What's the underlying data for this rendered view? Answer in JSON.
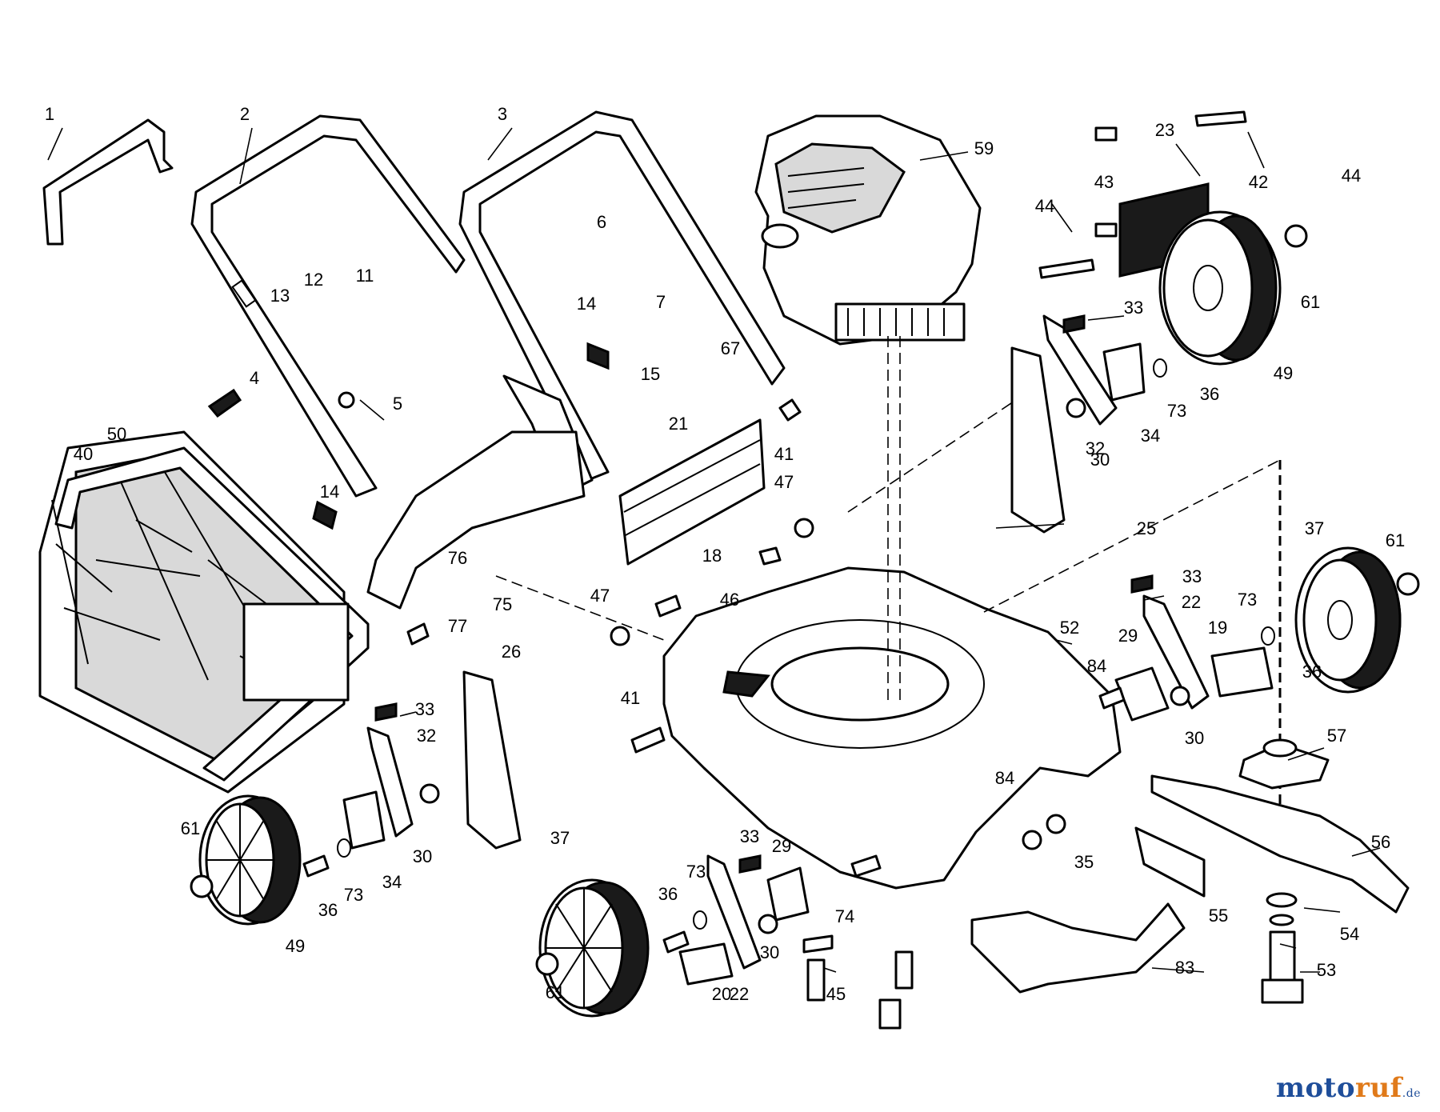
{
  "callouts": [
    "1",
    "2",
    "3",
    "4",
    "5",
    "6",
    "7",
    "11",
    "12",
    "13",
    "14",
    "14",
    "15",
    "18",
    "19",
    "20",
    "21",
    "22",
    "22",
    "23",
    "25",
    "26",
    "29",
    "29",
    "30",
    "30",
    "30",
    "30",
    "32",
    "32",
    "33",
    "33",
    "33",
    "33",
    "34",
    "34",
    "35",
    "36",
    "36",
    "36",
    "36",
    "37",
    "37",
    "40",
    "41",
    "41",
    "42",
    "43",
    "44",
    "44",
    "45",
    "46",
    "47",
    "47",
    "49",
    "49",
    "50",
    "52",
    "53",
    "54",
    "55",
    "56",
    "57",
    "59",
    "61",
    "61",
    "61",
    "61",
    "67",
    "73",
    "73",
    "73",
    "73",
    "74",
    "75",
    "76",
    "77",
    "83",
    "84",
    "84"
  ],
  "logo": {
    "main": "moto",
    "accent": "ruf",
    "tld": ".de"
  }
}
